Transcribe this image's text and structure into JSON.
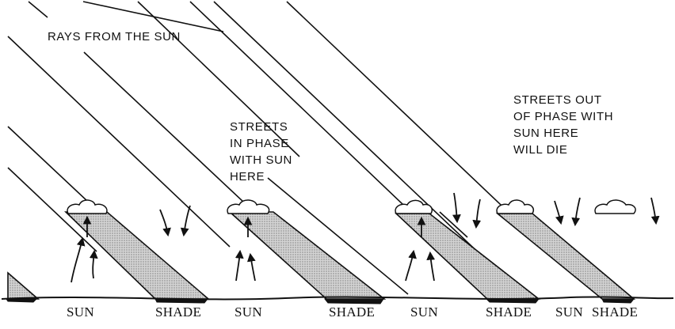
{
  "title_label": "RAYS FROM THE SUN",
  "in_phase_note": [
    "STREETS",
    "IN PHASE",
    "WITH SUN",
    "HERE"
  ],
  "out_of_phase_note": [
    "STREETS OUT",
    "OF PHASE WITH",
    "SUN HERE",
    "WILL DIE"
  ],
  "ground_labels": {
    "sun_1": "SUN",
    "shade_1": "SHADE",
    "sun_2": "SUN",
    "shade_2": "SHADE",
    "sun_3": "SUN",
    "shade_3": "SHADE",
    "sun_4": "SUN",
    "shade_4": "SHADE"
  },
  "colors": {
    "ink": "#111111",
    "shade_fill": "#c9c9c9",
    "paper": "#ffffff"
  }
}
